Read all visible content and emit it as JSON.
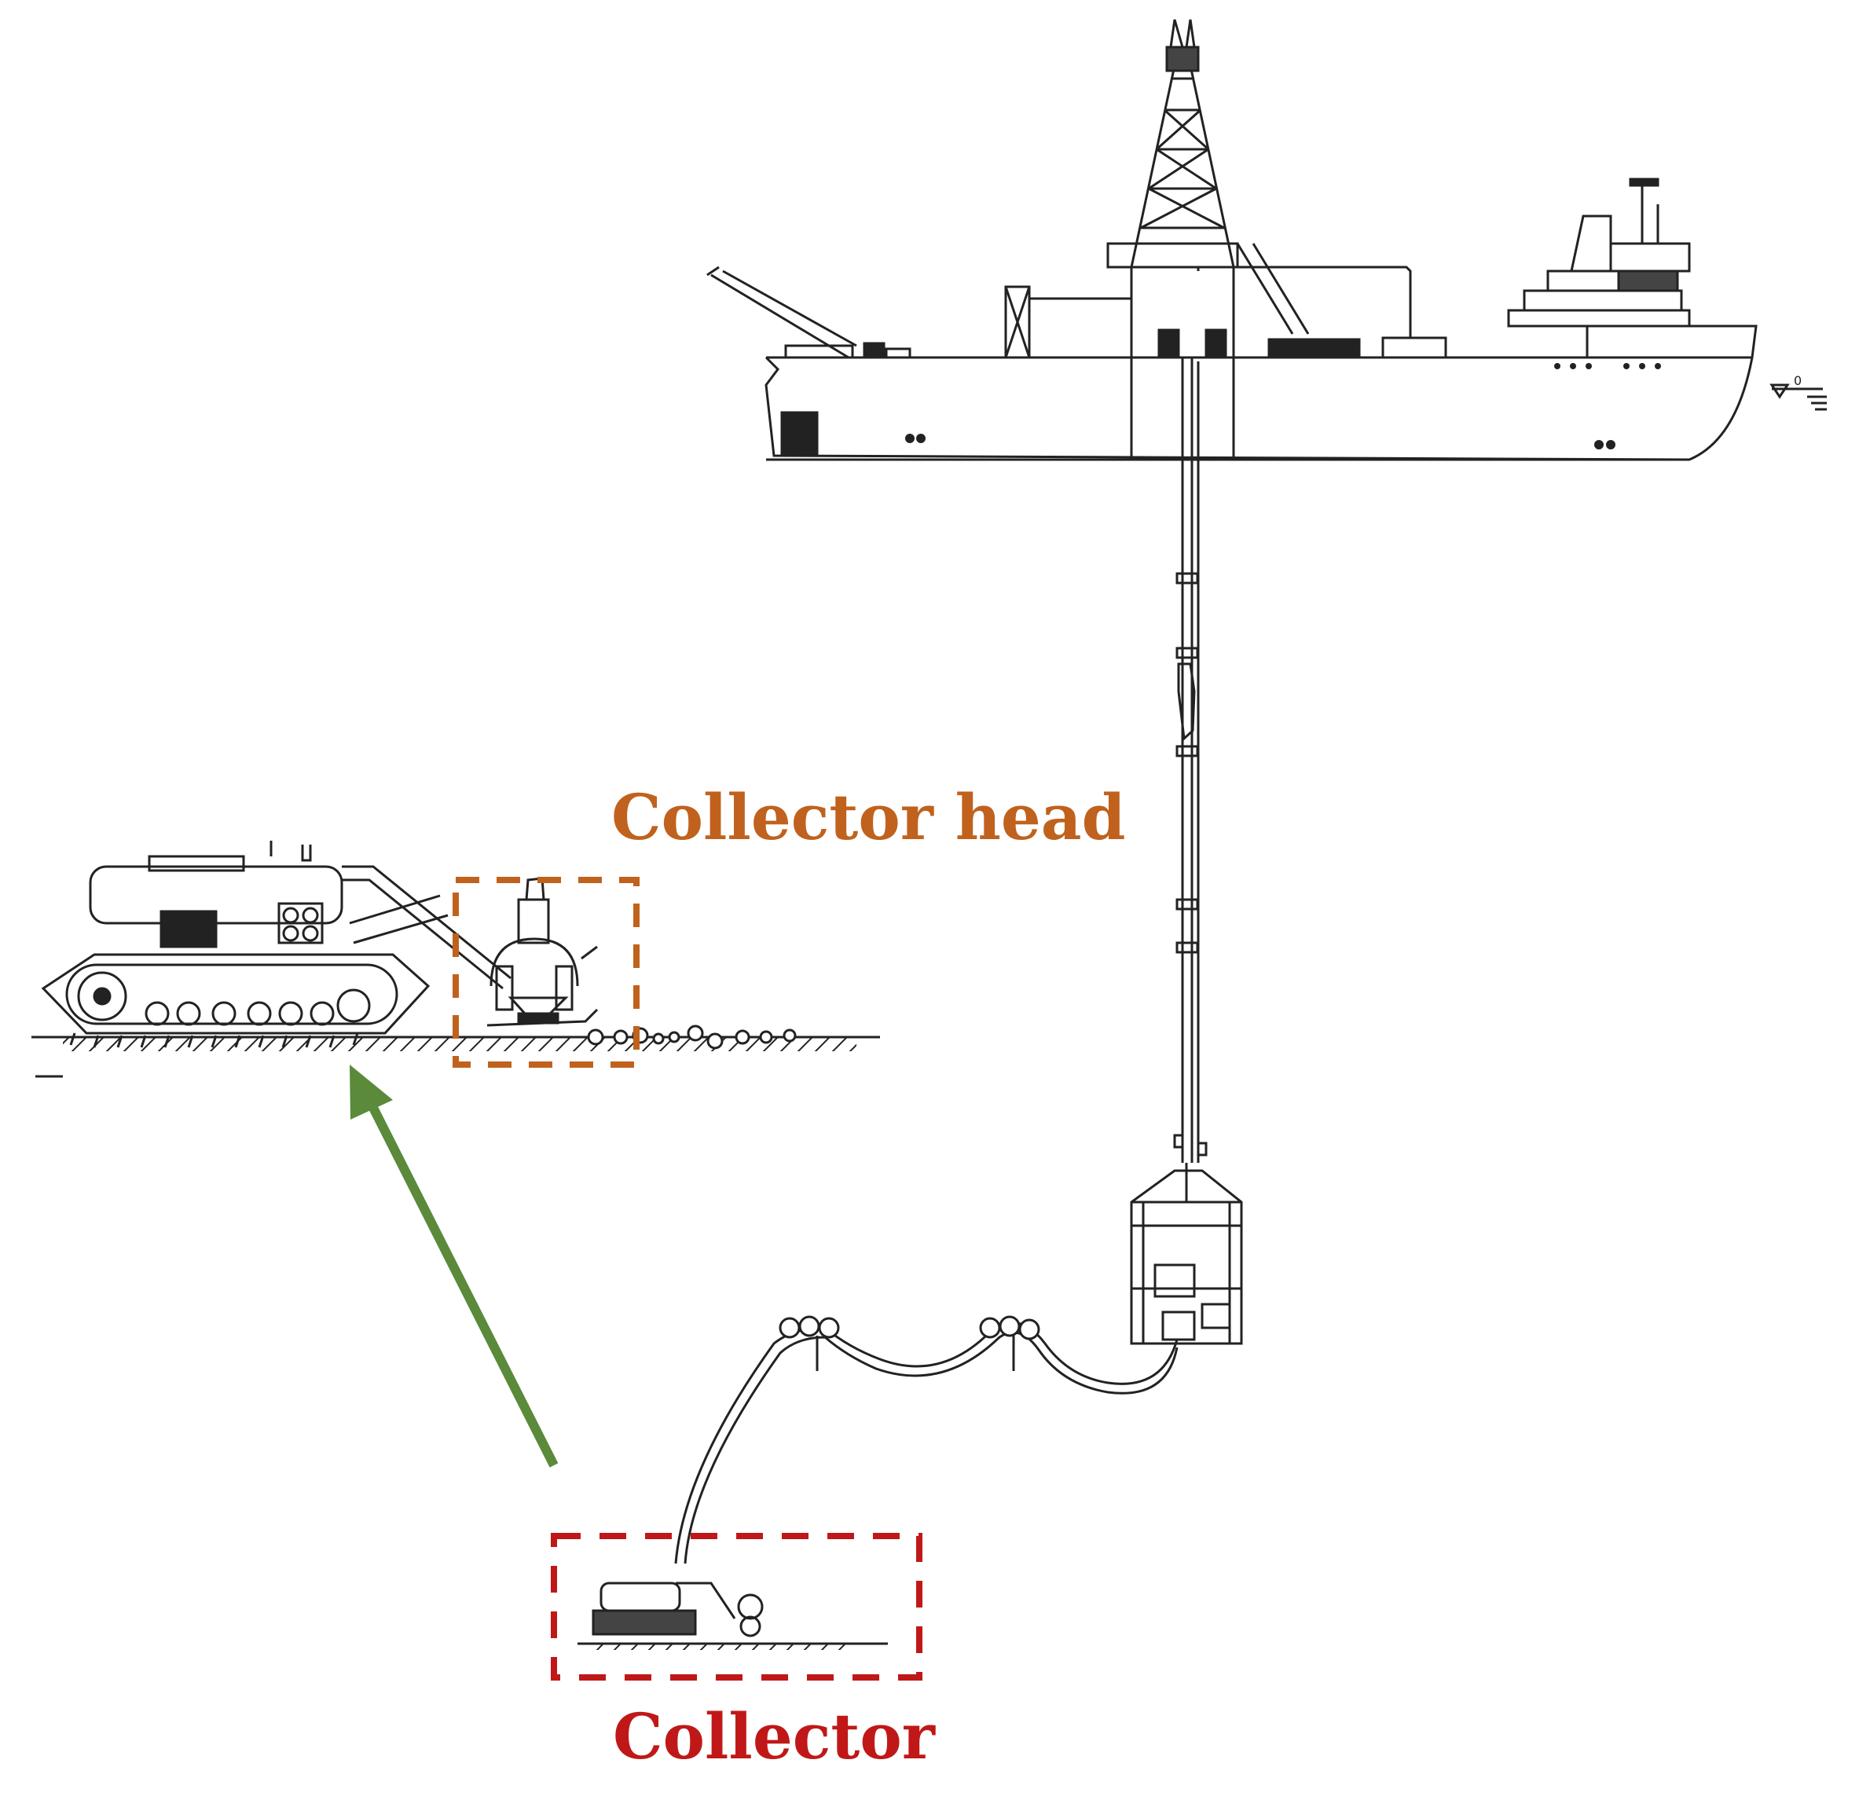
{
  "labels": {
    "collector_head": "Collector head",
    "collector": "Collector",
    "waterline_mark": "0"
  },
  "colors": {
    "collector_head": "#c0621d",
    "collector": "#c01818",
    "arrow": "#5a8a3a",
    "line": "#222222"
  }
}
